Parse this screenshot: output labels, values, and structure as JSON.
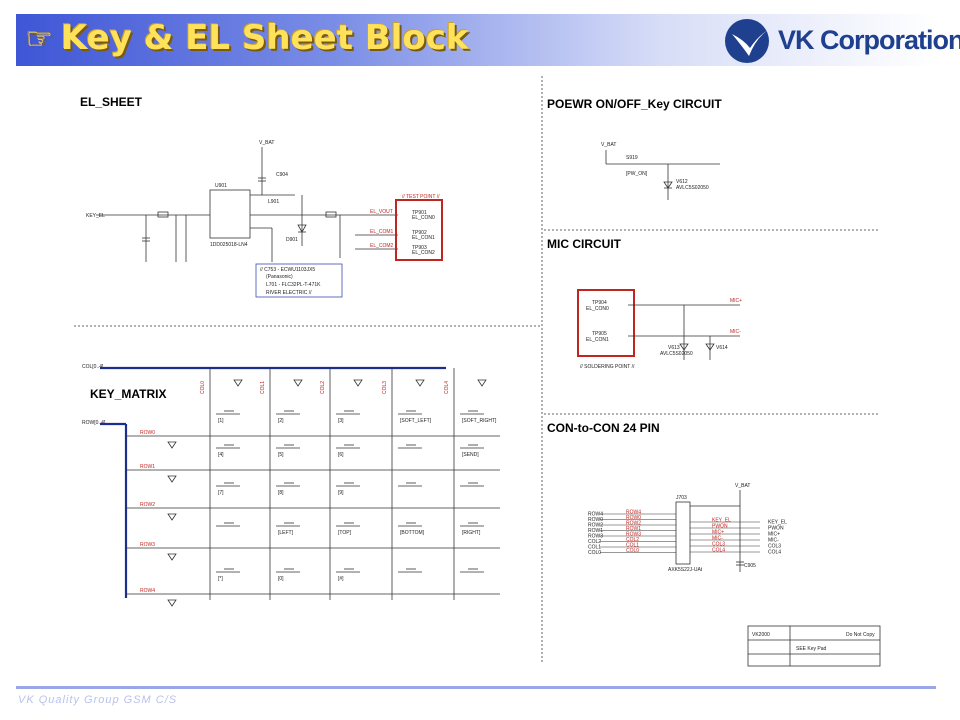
{
  "header": {
    "hand_glyph": "☞",
    "title": "Key & EL Sheet Block"
  },
  "logo": {
    "text": "VK Corporation"
  },
  "sections": {
    "el_sheet": "EL_SHEET",
    "power": "POEWR  ON/OFF_Key CIRCUIT",
    "mic": "MIC CIRCUIT",
    "key_matrix": "KEY_MATRIX",
    "con": "CON-to-CON 24 PIN"
  },
  "el": {
    "vbat": "V_BAT",
    "key_el": "KEY_EL",
    "test_point": "// TEST POINT //",
    "tp901": "TP901",
    "tp902": "TP902",
    "tp903": "TP903",
    "el_vout": "EL_VOUT",
    "el_com1": "EL_COM1",
    "el_com2": "EL_COM2",
    "el_con0": "EL_CON0",
    "el_con1": "EL_CON1",
    "el_con2": "EL_CON2",
    "u901": "U901",
    "l901": "L901",
    "d901": "D901",
    "c904": "C904",
    "ic_part": "1DD025018-LN4",
    "note_lines": [
      "// C753 - ECWU1103JX5",
      "(Panasonic)",
      "L701 - FLC32PL-T-471K",
      "RIVER ELECTRIC       //"
    ]
  },
  "power_circuit": {
    "vbat": "V_BAT",
    "s919": "S919",
    "pw_on": "[PW_ON]",
    "v612": "V612",
    "diode": "AVLC5S02050"
  },
  "mic_circuit": {
    "tp904": "TP904",
    "tp905": "TP905",
    "con0": "EL_CON0",
    "con1": "EL_CON1",
    "mic_p": "MIC+",
    "mic_n": "MIC-",
    "v613": "V613",
    "v614": "V614",
    "diode": "AVLC5S02050",
    "soldering": "// SOLDERING POINT //"
  },
  "key_matrix": {
    "col_bus": "COL[0..4]",
    "row_bus": "ROW[0..4]",
    "cols": [
      "COL0",
      "COL1",
      "COL2",
      "COL3",
      "COL4"
    ],
    "rows": [
      "ROW0",
      "ROW1",
      "ROW2",
      "ROW3",
      "ROW4"
    ],
    "keys": [
      [
        "[1]",
        "[2]",
        "[3]",
        "[SOFT_LEFT]",
        "[SOFT_RIGHT]"
      ],
      [
        "[4]",
        "[5]",
        "[6]",
        "",
        "[SEND]"
      ],
      [
        "[7]",
        "[8]",
        "[9]",
        "",
        ""
      ],
      [
        "",
        "[LEFT]",
        "[TOP]",
        "[BOTTOM]",
        "[RIGHT]"
      ],
      [
        "[*]",
        "[0]",
        "[#]",
        "",
        ""
      ]
    ]
  },
  "connector": {
    "vbat": "V_BAT",
    "j703": "J703",
    "part": "AXK5S22J-UAt",
    "left_labels": [
      "ROW4",
      "ROW0",
      "ROW2",
      "ROW1",
      "ROW3",
      "COL2",
      "COL1",
      "COL0"
    ],
    "right_labels": [
      "KEY_EL",
      "PWON",
      "MIC+",
      "MIC-",
      "COL3",
      "COL4"
    ],
    "c905": "C905"
  },
  "title_block": {
    "model": "VK2000",
    "circuit": "SEE Key Pad",
    "dnc": "Do Not Copy"
  },
  "footer": {
    "text": "VK Quality Group GSM C/S"
  },
  "colors": {
    "banner": "#3f56d6",
    "title": "#ffe25a",
    "logo": "#1f3f8f",
    "bus": "#1b2f8f",
    "net": "#c0251f",
    "box": "#c0251f"
  }
}
